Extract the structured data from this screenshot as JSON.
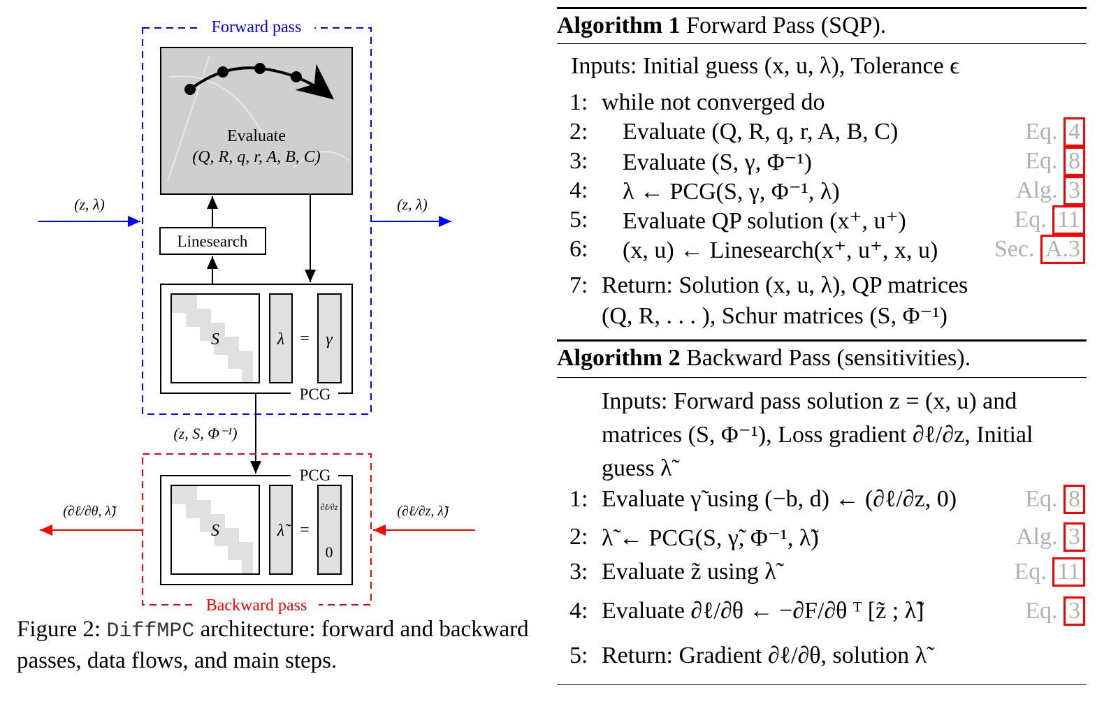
{
  "figure": {
    "forward_label": "Forward pass",
    "backward_label": "Backward pass",
    "evaluate_label": "Evaluate",
    "evaluate_args": "(Q, R, q, r, A, B, C)",
    "linesearch_label": "Linesearch",
    "pcg_label_top": "PCG",
    "pcg_label_bottom": "PCG",
    "matrix_symbol": "S",
    "lambda_symbol": "λ",
    "gamma_symbol": "γ",
    "lambda_tilde_symbol": "λ̃",
    "equals": "=",
    "grad_top": "∂ℓ/∂z",
    "zero": "0",
    "in_forward": "(z, λ)",
    "out_forward": "(z, λ)",
    "mid_flow": "(z, S, Φ⁻¹)",
    "in_backward": "(∂ℓ/∂z, λ̃)",
    "out_backward": "(∂ℓ/∂θ, λ̃)",
    "colors": {
      "forward": "#0000ff",
      "backward": "#ff0000",
      "photo": "#cfcfcf",
      "band": "#e0e0e0"
    }
  },
  "caption": {
    "prefix": "Figure 2: ",
    "code": "DiffMPC",
    "text": " architecture: forward and backward passes, data flows, and main steps."
  },
  "alg1": {
    "title_bold": "Algorithm 1",
    "title_rest": " Forward Pass (SQP).",
    "inputs": "Inputs: Initial guess (x, u, λ), Tolerance ϵ",
    "lines": [
      {
        "num": "1:",
        "text": "while not converged do"
      },
      {
        "num": "2:",
        "text": "Evaluate (Q, R, q, r, A, B, C)",
        "ref_prefix": "Eq. ",
        "ref_box": "4"
      },
      {
        "num": "3:",
        "text": "Evaluate (S, γ, Φ⁻¹)",
        "ref_prefix": "Eq. ",
        "ref_box": "8"
      },
      {
        "num": "4:",
        "text": "λ ← PCG(S, γ, Φ⁻¹, λ)",
        "ref_prefix": "Alg. ",
        "ref_box": "3"
      },
      {
        "num": "5:",
        "text": "Evaluate QP solution (x⁺, u⁺)",
        "ref_prefix": "Eq. ",
        "ref_box": "11"
      },
      {
        "num": "6:",
        "text": "(x, u) ← Linesearch(x⁺, u⁺, x, u)",
        "ref_prefix": "Sec. ",
        "ref_box": "A.3"
      },
      {
        "num": "7:",
        "text": "Return:  Solution (x, u, λ),  QP matrices",
        "text2": "(Q, R, . . . ), Schur matrices (S, Φ⁻¹)"
      }
    ]
  },
  "alg2": {
    "title_bold": "Algorithm 2",
    "title_rest": " Backward Pass (sensitivities).",
    "inputs1": "Inputs: Forward pass solution z = (x, u) and",
    "inputs2": "matrices (S, Φ⁻¹), Loss gradient ∂ℓ/∂z, Initial",
    "inputs3": "guess λ̃",
    "lines": [
      {
        "num": "1:",
        "text": "Evaluate γ̃ using (−b, d) ← (∂ℓ/∂z, 0)",
        "ref_prefix": "Eq. ",
        "ref_box": "8"
      },
      {
        "num": "2:",
        "text": "λ̃ ← PCG(S, γ̃, Φ⁻¹, λ̃)",
        "ref_prefix": "Alg. ",
        "ref_box": "3"
      },
      {
        "num": "3:",
        "text": "Evaluate z̃ using λ̃",
        "ref_prefix": "Eq. ",
        "ref_box": "11"
      },
      {
        "num": "4:",
        "text": "Evaluate ∂ℓ/∂θ ← −∂F/∂θ ᵀ [z̃ ; λ̃]",
        "ref_prefix": "Eq. ",
        "ref_box": "3"
      },
      {
        "num": "5:",
        "text": "Return: Gradient ∂ℓ/∂θ, solution λ̃"
      }
    ]
  }
}
